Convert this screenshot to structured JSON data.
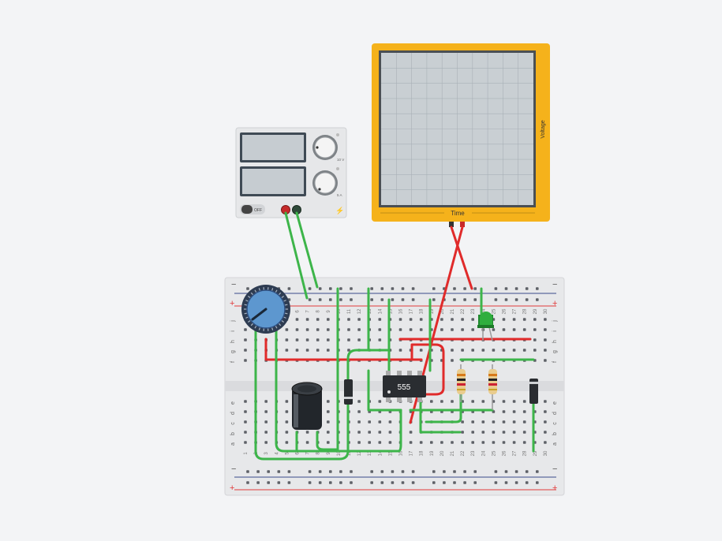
{
  "scope": {
    "axis_x_label": "Time",
    "axis_y_label": "Voltage",
    "bezel_color": "#f5b21b"
  },
  "psu": {
    "switch_label": "OFF",
    "knob1_max": "10 V",
    "knob2_max": "5 A"
  },
  "ic": {
    "label": "555"
  },
  "breadboard": {
    "row_labels_top": [
      "j",
      "i",
      "h",
      "g",
      "f"
    ],
    "row_labels_bottom": [
      "e",
      "d",
      "c",
      "b",
      "a"
    ],
    "plus": "+",
    "minus": "−",
    "column_numbers": [
      "1",
      "2",
      "3",
      "4",
      "5",
      "6",
      "7",
      "8",
      "9",
      "10",
      "11",
      "12",
      "13",
      "14",
      "15",
      "16",
      "17",
      "18",
      "19",
      "20",
      "21",
      "22",
      "23",
      "24",
      "25",
      "26",
      "27",
      "28",
      "29",
      "30"
    ]
  },
  "colors": {
    "wire_green": "#3db54a",
    "wire_red": "#e02b2b",
    "rail_red": "#e03a3a",
    "rail_blue": "#3a4a8a"
  }
}
